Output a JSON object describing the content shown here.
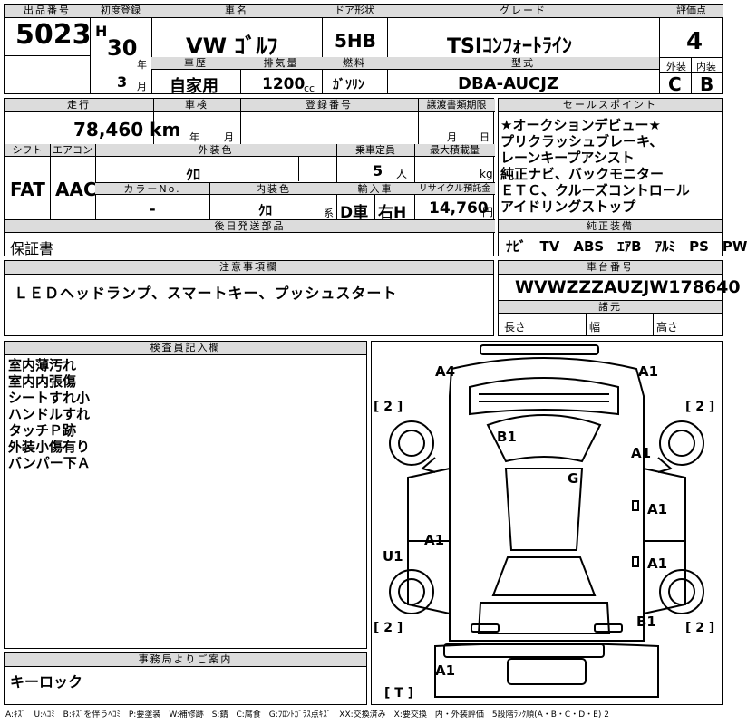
{
  "header": {
    "lot_no_label": "出品番号",
    "lot_no": "5023",
    "first_reg_label": "初度登録",
    "era": "H",
    "year": "30",
    "year_unit": "年",
    "month": "3",
    "month_unit": "月",
    "car_name_label": "車名",
    "car_name": "VW ｺﾞﾙﾌ",
    "door_label": "ドア形状",
    "door": "5HB",
    "grade_label": "グレード",
    "grade": "TSIｺﾝﾌｫｰﾄﾗｲﾝ",
    "score_label": "評価点",
    "score": "4",
    "history_label": "車歴",
    "history": "自家用",
    "displacement_label": "排気量",
    "displacement": "1200",
    "displacement_unit": "cc",
    "fuel_label": "燃料",
    "fuel": "ｶﾞｿﾘﾝ",
    "model_label": "型式",
    "model": "DBA-AUCJZ",
    "exterior_label": "外装",
    "exterior": "C",
    "interior_label": "内装",
    "interior": "B"
  },
  "row2": {
    "mileage_label": "走行",
    "mileage": "78,460 km",
    "inspection_label": "車検",
    "inspection_year": "年",
    "inspection_month": "月",
    "reg_no_label": "登録番号",
    "transfer_label": "譲渡書類期限",
    "transfer_month": "月",
    "transfer_day": "日",
    "shift_label": "シフト",
    "shift": "FAT",
    "ac_label": "エアコン",
    "ac": "AAC",
    "color_label": "外装色",
    "color": "ｸﾛ",
    "capacity_label": "乗車定員",
    "capacity": "5",
    "capacity_unit": "人",
    "max_load_label": "最大積載量",
    "max_load_unit": "kg",
    "color_no_label": "カラーNo.",
    "color_no": "-",
    "interior_color_label": "内装色",
    "interior_color": "ｸﾛ",
    "interior_color_suffix": "系",
    "import_label": "輸入車",
    "import_type": "D車",
    "steering": "右H",
    "recycle_label": "リサイクル預託金",
    "recycle": "14,760",
    "recycle_unit": "円",
    "later_parts_label": "後日発送部品",
    "later_parts": "保証書"
  },
  "sales_points": {
    "label": "セールスポイント",
    "lines": [
      "★オークションデビュー★",
      "プリクラッシュブレーキ、",
      "レーンキープアシスト",
      "純正ナビ、バックモニター",
      "ＥＴＣ、クルーズコントロール",
      "アイドリングストップ"
    ]
  },
  "equipment": {
    "label": "純正装備",
    "items": "ﾅﾋﾞ　TV　ABS　ｴｱB　ｱﾙﾐ　PS　PW"
  },
  "notes": {
    "label": "注意事項欄",
    "text": "ＬＥＤヘッドランプ、スマートキー、プッシュスタート"
  },
  "chassis": {
    "label": "車台番号",
    "vin": "WVWZZZAUZJW178640",
    "dims_label": "諸元",
    "length": "長さ",
    "width": "幅",
    "height": "高さ"
  },
  "inspector": {
    "label": "検査員記入欄",
    "lines": [
      "室内薄汚れ",
      "室内内張傷",
      "シートすれ小",
      "ハンドルすれ",
      "タッチＰ跡",
      "外装小傷有り",
      "バンパー下Ａ"
    ]
  },
  "office": {
    "label": "事務局よりご案内",
    "text": "キーロック"
  },
  "diagram": {
    "marks": [
      "A4",
      "A1",
      "B1",
      "G",
      "A1",
      "A1",
      "A1",
      "U1",
      "A1",
      "B1",
      "A1"
    ],
    "tires": [
      "[ 2 ]",
      "[ 2 ]",
      "[ 2 ]",
      "[ 2 ]",
      "[ T ]"
    ]
  },
  "legend": "A:ｷｽﾞ　U:ﾍｺﾐ　B:ｷｽﾞを伴うﾍｺﾐ　P:要塗装　W:補修跡　S:錆　C:腐食　G:ﾌﾛﾝﾄｶﾞﾗｽ点ｷｽﾞ　XX:交換済み　X:要交換　内・外装評価　5段階ﾗﾝｸ順(A・B・C・D・E) 2"
}
